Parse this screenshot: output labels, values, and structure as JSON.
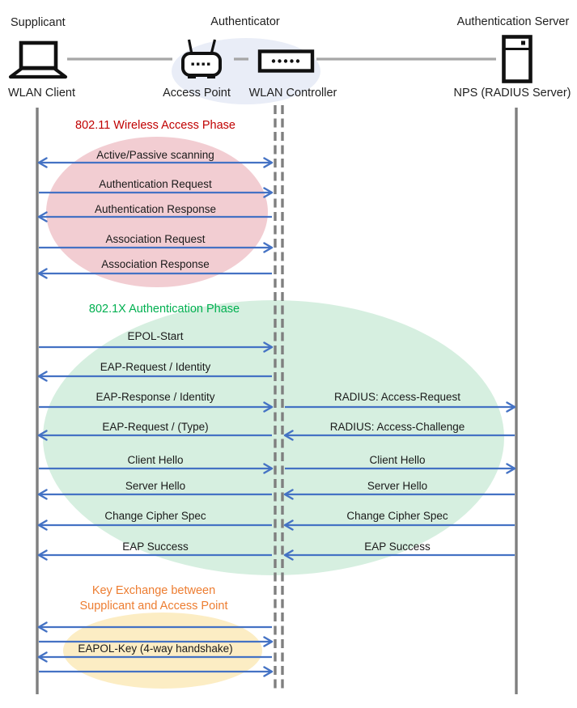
{
  "actors": {
    "roles": {
      "supplicant": "Supplicant",
      "authenticator": "Authenticator",
      "auth_server": "Authentication Server"
    },
    "nodes": {
      "wlan_client": "WLAN Client",
      "access_point": "Access Point",
      "wlan_controller": "WLAN Controller",
      "nps": "NPS (RADIUS Server)"
    }
  },
  "phases": {
    "wireless": {
      "title": "802.11 Wireless Access Phase",
      "color": "#C00000",
      "fill": "#F2CDD2"
    },
    "dot1x": {
      "title": "802.1X Authentication Phase",
      "color": "#00B050",
      "fill": "#D6EFE0"
    },
    "key_exchange": {
      "title_line1": "Key Exchange between",
      "title_line2": "Supplicant and Access Point",
      "color": "#ED7D31",
      "fill": "#FCEDC4"
    }
  },
  "messages": {
    "scanning": "Active/Passive scanning",
    "auth_request": "Authentication Request",
    "auth_response": "Authentication Response",
    "assoc_request": "Association Request",
    "assoc_response": "Association Response",
    "epol_start": "EPOL-Start",
    "eap_request_identity": "EAP-Request / Identity",
    "eap_response_identity": "EAP-Response / Identity",
    "radius_access_request": "RADIUS: Access-Request",
    "eap_request_type": "EAP-Request / (Type)",
    "radius_access_challenge": "RADIUS: Access-Challenge",
    "client_hello_left": "Client Hello",
    "client_hello_right": "Client Hello",
    "server_hello_left": "Server Hello",
    "server_hello_right": "Server Hello",
    "change_cipher_left": "Change Cipher Spec",
    "change_cipher_right": "Change Cipher Spec",
    "eap_success_left": "EAP Success",
    "eap_success_right": "EAP Success",
    "eapol_key": "EAPOL-Key (4-way handshake)"
  },
  "icons": {
    "laptop": "laptop-icon",
    "access_point": "access-point-icon",
    "wlan_controller": "wlan-controller-icon",
    "server": "server-icon"
  },
  "colors": {
    "arrow": "#4472C4",
    "lifeline": "#7F7F7F",
    "connector": "#A6A6A6",
    "authenticator_fill": "#E9EDF7",
    "text": "#1A1A1A"
  }
}
